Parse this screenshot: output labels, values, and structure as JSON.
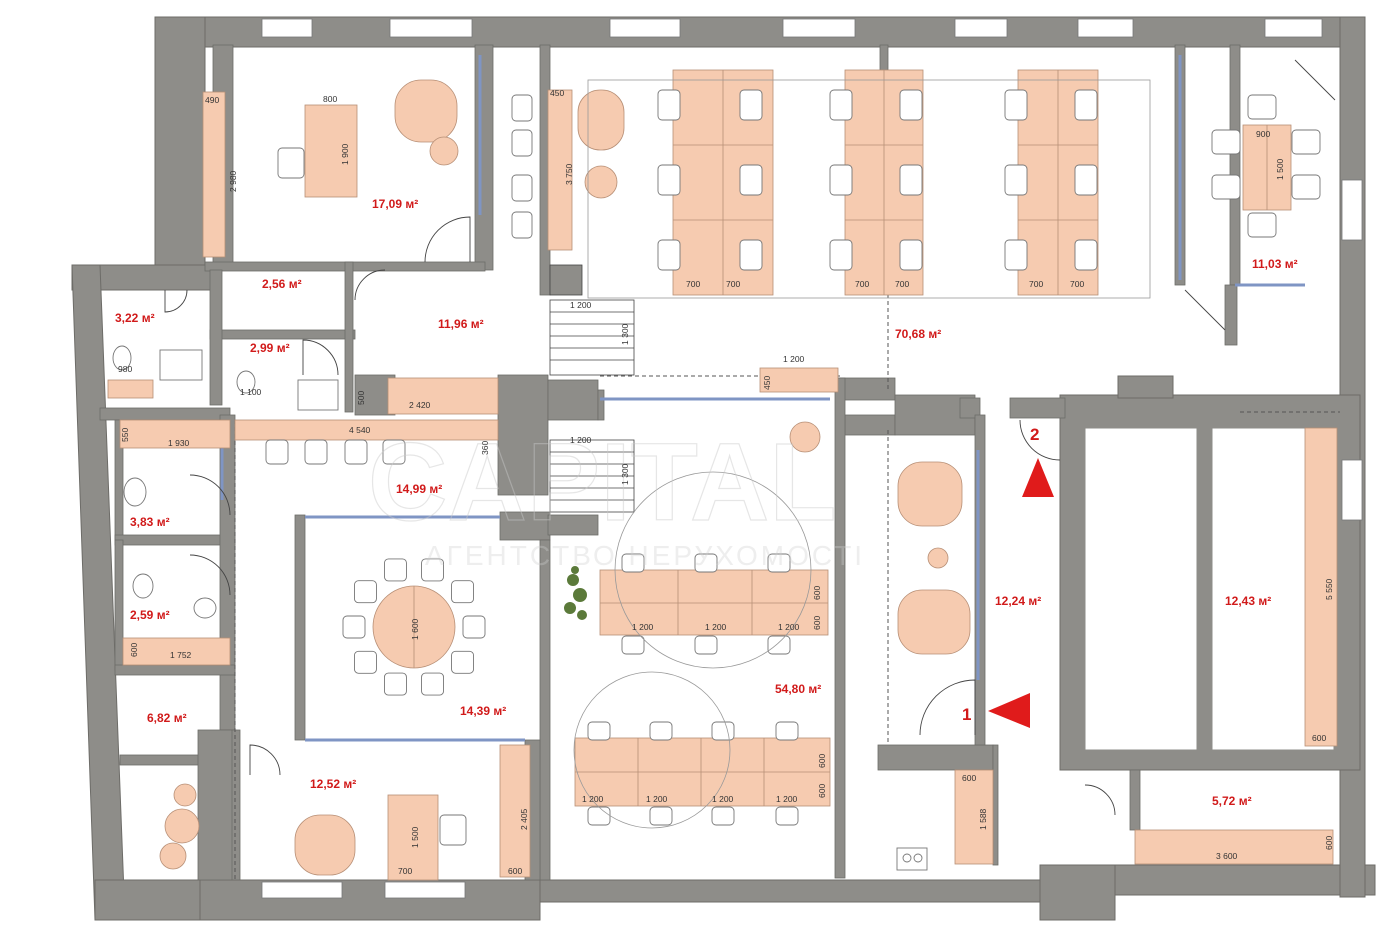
{
  "colors": {
    "wall": "#8e8d89",
    "wall_outline": "#6d6c68",
    "furniture": "#f6cbb0",
    "furniture_stroke": "#b78f76",
    "window": "#7f95c4",
    "area_label": "#d11a1a",
    "arrow": "#e01b1b"
  },
  "rooms": [
    {
      "id": "office-top-left",
      "area": "17,09 м²"
    },
    {
      "id": "closet-top",
      "area": "2,56 м²"
    },
    {
      "id": "bath-top-left",
      "area": "3,22 м²"
    },
    {
      "id": "bath-mid",
      "area": "2,99 м²"
    },
    {
      "id": "hall-top",
      "area": "11,96 м²"
    },
    {
      "id": "openspace-top",
      "area": "70,68 м²"
    },
    {
      "id": "meeting-top-right",
      "area": "11,03 м²"
    },
    {
      "id": "wc-1",
      "area": "3,83 м²"
    },
    {
      "id": "corridor-mid",
      "area": "14,99 м²"
    },
    {
      "id": "wc-2",
      "area": "2,59 м²"
    },
    {
      "id": "conference",
      "area": "14,39 м²"
    },
    {
      "id": "lounge-left",
      "area": "6,82 м²"
    },
    {
      "id": "office-bottom-left",
      "area": "12,52 м²"
    },
    {
      "id": "openspace-bottom",
      "area": "54,80 м²"
    },
    {
      "id": "lobby",
      "area": "12,24 м²"
    },
    {
      "id": "storage-right",
      "area": "12,43 м²"
    },
    {
      "id": "kitchen-bottom-right",
      "area": "5,72 м²"
    }
  ],
  "dimensions": {
    "d490": "490",
    "d2980": "2 980",
    "d800": "800",
    "d1900": "1 900",
    "d450": "450",
    "d3750": "3 750",
    "d700": "700",
    "d1500": "1 500",
    "d900": "900",
    "d1200": "1 200",
    "d1300": "1 300",
    "d1100": "1 100",
    "d2420": "2 420",
    "d4540": "4 540",
    "d1930": "1 930",
    "d550": "550",
    "d360": "360",
    "d500": "500",
    "d1752": "1 752",
    "d1600": "1 600",
    "d600": "600",
    "d2405": "2 405",
    "d5550": "5 550",
    "d3600": "3 600",
    "d1588": "1 588",
    "d980": "980"
  },
  "entrances": {
    "door1": "1",
    "door2": "2"
  },
  "watermark": {
    "brand": "CAPITAL",
    "subtitle": "АГЕНТСТВО НЕРУХОМОСТІ"
  }
}
